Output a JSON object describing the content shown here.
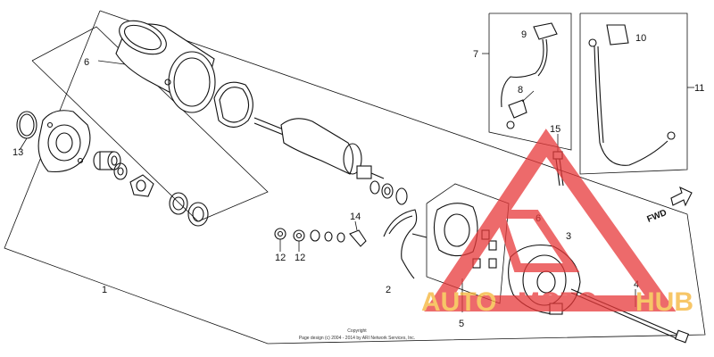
{
  "callouts": {
    "c1": "1",
    "c2": "2",
    "c3": "3",
    "c4": "4",
    "c5": "5",
    "c6a": "6",
    "c6b": "6",
    "c7": "7",
    "c8": "8",
    "c9": "9",
    "c10": "10",
    "c11": "11",
    "c12a": "12",
    "c12b": "12",
    "c13": "13",
    "c14": "14",
    "c15": "15"
  },
  "direction_label": "FWD",
  "copyright": {
    "line1": "Copyright",
    "line2": "Page design (c) 2004 - 2014 by ARI Network Services, Inc."
  },
  "watermark": {
    "text_auto": "AUTO",
    "text_moto": "MOTO",
    "text_hub": "HUB",
    "color_red": "#e8393a",
    "color_yellow": "#f5b335"
  }
}
